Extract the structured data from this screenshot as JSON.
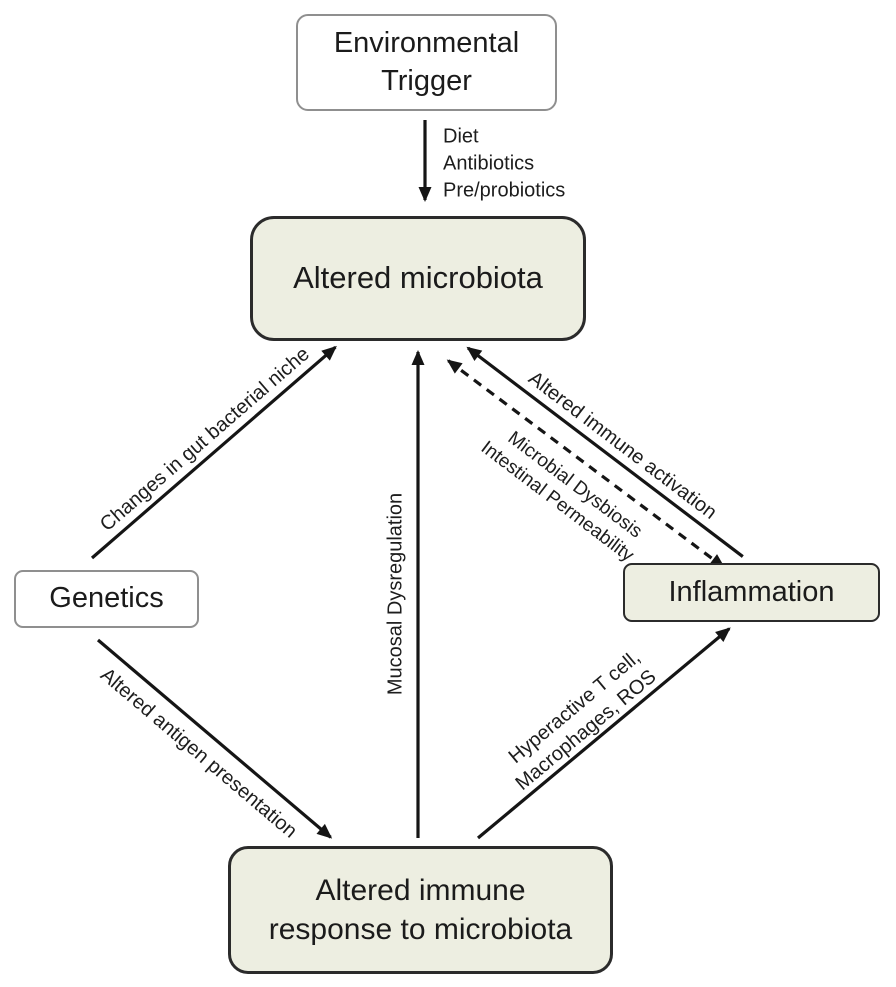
{
  "diagram": {
    "nodes": {
      "environmental_trigger": {
        "lines": [
          "Environmental",
          "Trigger"
        ]
      },
      "altered_microbiota": {
        "label": "Altered microbiota"
      },
      "genetics": {
        "label": "Genetics"
      },
      "inflammation": {
        "label": "Inflammation"
      },
      "altered_immune_response": {
        "lines": [
          "Altered immune",
          "response to microbiota"
        ]
      }
    },
    "edges": {
      "trigger_factors": [
        "Diet",
        "Antibiotics",
        "Pre/probiotics"
      ],
      "genetics_to_microbiota": "Changes in gut bacterial niche",
      "genetics_to_immune": "Altered antigen presentation",
      "immune_to_microbiota": "Mucosal Dysregulation",
      "immune_to_inflammation": [
        "Hyperactive T cell,",
        "Macrophages, ROS"
      ],
      "inflammation_to_microbiota": "Altered immune activation",
      "microbiota_to_inflammation": [
        "Microbial Dysbiosis",
        "Intestinal Permeability"
      ]
    },
    "colors": {
      "node_fill": "#edeee1",
      "node_stroke": "#2b2b2b",
      "plain_node_stroke": "#8f8f8f",
      "arrow": "#151515"
    }
  }
}
